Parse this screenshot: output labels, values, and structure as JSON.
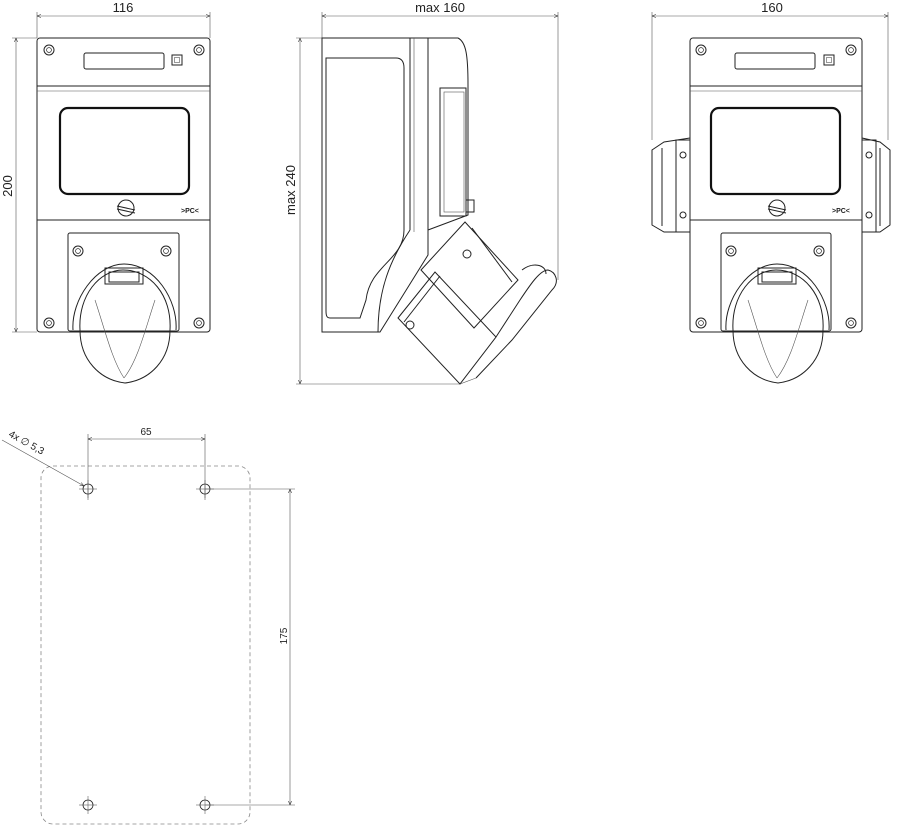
{
  "front_view": {
    "width_label": "116",
    "height_label": "200",
    "marking": ">PC<"
  },
  "side_view": {
    "depth_label": "max 160",
    "height_label": "max 240"
  },
  "front_view_with_brackets": {
    "width_label": "160",
    "marking": ">PC<"
  },
  "mounting_template": {
    "hole_spacing_label": "65",
    "vertical_spacing_label": "175",
    "hole_label": "4x ∅ 5,3"
  }
}
